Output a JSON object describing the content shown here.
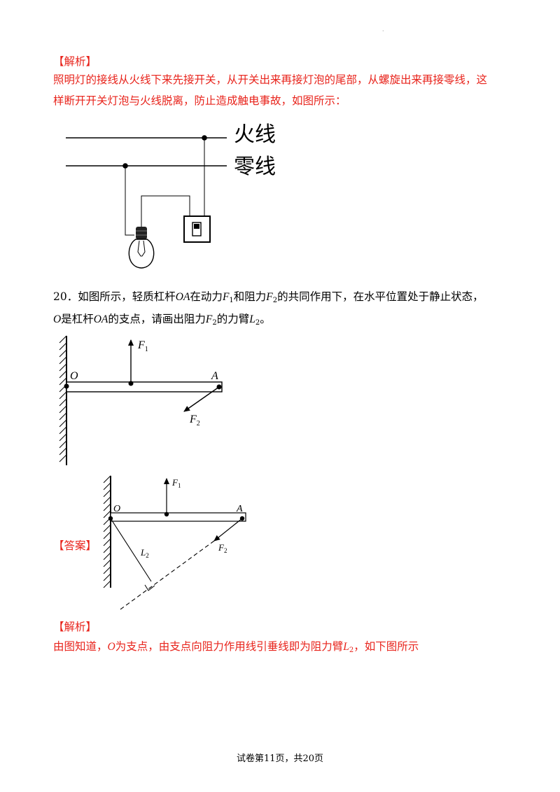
{
  "corner_mark": "·",
  "section1": {
    "tag": "【解析】",
    "line1": "照明灯的接线从火线下来先接开关，从开关出来再接灯泡的尾部，从螺旋出来再接零线，这",
    "line2": "样断开开关灯泡与火线脱离，防止造成触电事故，如图所示："
  },
  "circuit": {
    "live_label": "火线",
    "neutral_label": "零线"
  },
  "question": {
    "number": "20．",
    "p1": "如图所示，轻质杠杆",
    "oa1": "OA",
    "p2": "在动力",
    "f": "F",
    "sub1": "1",
    "p3": "和阻力",
    "sub2": "2",
    "p4": "的共同作用下，在水平位置处于静止状态，",
    "o": "O",
    "p5": "是杠杆",
    "oa2": "OA",
    "p6": "的支点，请画出阻力",
    "p7": "的力臂",
    "l": "L",
    "p8": "。"
  },
  "lever1": {
    "o_label": "O",
    "a_label": "A",
    "f1_letter": "F",
    "f1_sub": "1",
    "f2_letter": "F",
    "f2_sub": "2"
  },
  "answer": {
    "tag": "【答案】",
    "o_label": "O",
    "a_label": "A",
    "f1_letter": "F",
    "f1_sub": "1",
    "f2_letter": "F",
    "f2_sub": "2",
    "l2_letter": "L",
    "l2_sub": "2"
  },
  "section2": {
    "tag": "【解析】",
    "p1": "由图知道，",
    "o": "O",
    "p2": "为支点，由支点向阻力作用线引垂线即为阻力臂",
    "l": "L",
    "sub": "2",
    "p3": "，如下图所示"
  },
  "footer": "试卷第11页，共20页"
}
